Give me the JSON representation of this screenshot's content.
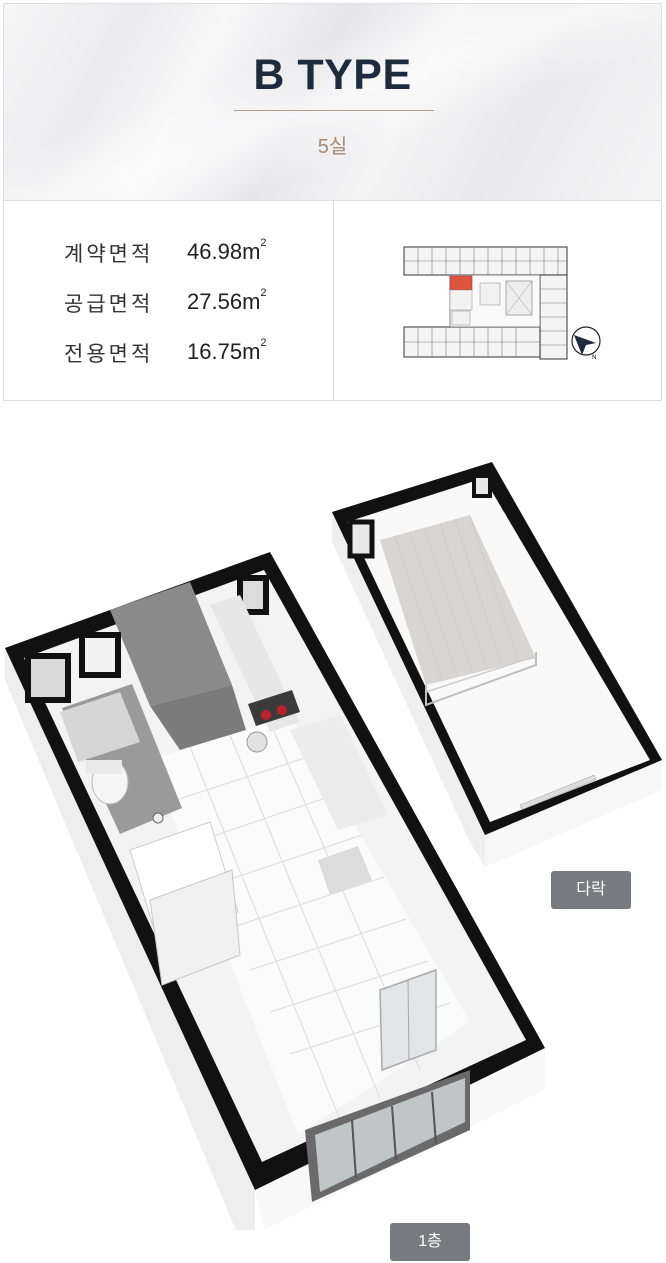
{
  "header": {
    "title": "B TYPE",
    "units": "5실"
  },
  "areas": [
    {
      "label": "계약면적",
      "value": "46.98",
      "unit": "m",
      "sup": "2"
    },
    {
      "label": "공급면적",
      "value": "27.56",
      "unit": "m",
      "sup": "2"
    },
    {
      "label": "전용면적",
      "value": "16.75",
      "unit": "m",
      "sup": "2"
    }
  ],
  "floor_tags": {
    "loft": "다락",
    "first_floor": "1층"
  },
  "icons": {
    "compass": "compass-icon"
  },
  "colors": {
    "title": "#1f2a3d",
    "accent": "#a88b74",
    "tag_bg": "#777a7e",
    "highlight_unit": "#e0533e"
  }
}
